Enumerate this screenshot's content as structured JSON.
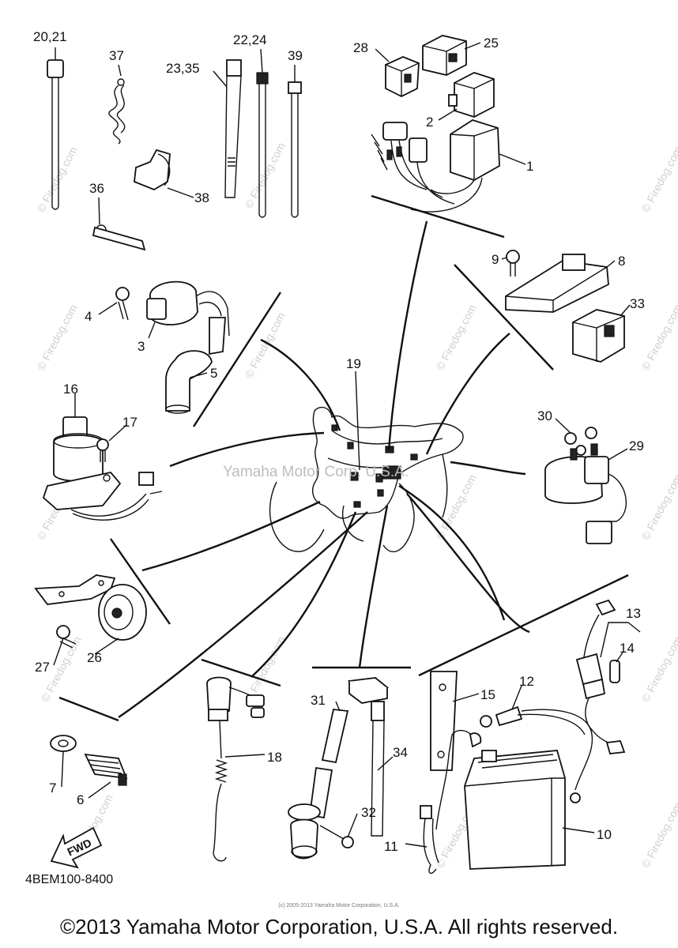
{
  "diagram": {
    "part_code": "4BEM100-8400",
    "fwd_label": "FWD",
    "center_watermark": "Yamaha Motor Corp. U.S.A.",
    "watermark": "© Firedog.com",
    "tiny_note": "(c) 2005-2013 Yamaha Motor Corporation, U.S.A.",
    "copyright": "©2013 Yamaha Motor Corporation, U.S.A. All rights reserved.",
    "callouts": [
      {
        "id": "20-21",
        "text": "20,21"
      },
      {
        "id": "37",
        "text": "37"
      },
      {
        "id": "23-35",
        "text": "23,35"
      },
      {
        "id": "22-24",
        "text": "22,24"
      },
      {
        "id": "39",
        "text": "39"
      },
      {
        "id": "28",
        "text": "28"
      },
      {
        "id": "25",
        "text": "25"
      },
      {
        "id": "2",
        "text": "2"
      },
      {
        "id": "1",
        "text": "1"
      },
      {
        "id": "36",
        "text": "36"
      },
      {
        "id": "38",
        "text": "38"
      },
      {
        "id": "9",
        "text": "9"
      },
      {
        "id": "8",
        "text": "8"
      },
      {
        "id": "33",
        "text": "33"
      },
      {
        "id": "4",
        "text": "4"
      },
      {
        "id": "3",
        "text": "3"
      },
      {
        "id": "5",
        "text": "5"
      },
      {
        "id": "19",
        "text": "19"
      },
      {
        "id": "16",
        "text": "16"
      },
      {
        "id": "17",
        "text": "17"
      },
      {
        "id": "30",
        "text": "30"
      },
      {
        "id": "29",
        "text": "29"
      },
      {
        "id": "13",
        "text": "13"
      },
      {
        "id": "14",
        "text": "14"
      },
      {
        "id": "27",
        "text": "27"
      },
      {
        "id": "26",
        "text": "26"
      },
      {
        "id": "12",
        "text": "12"
      },
      {
        "id": "15",
        "text": "15"
      },
      {
        "id": "31",
        "text": "31"
      },
      {
        "id": "18",
        "text": "18"
      },
      {
        "id": "34",
        "text": "34"
      },
      {
        "id": "7",
        "text": "7"
      },
      {
        "id": "6",
        "text": "6"
      },
      {
        "id": "32",
        "text": "32"
      },
      {
        "id": "11",
        "text": "11"
      },
      {
        "id": "10",
        "text": "10"
      }
    ]
  }
}
